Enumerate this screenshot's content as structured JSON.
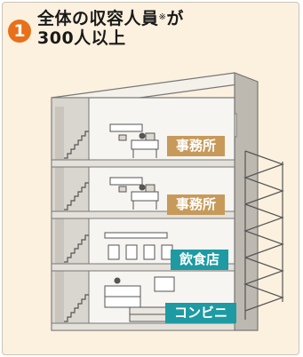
{
  "header": {
    "number": "1",
    "title_line1": "全体の収容人員",
    "title_mark": "※",
    "title_tail": "が",
    "title_line2": "300人以上"
  },
  "labels": {
    "floor4": "事務所",
    "floor3": "事務所",
    "floor2": "飲食店",
    "floor1": "コンビニ"
  },
  "colors": {
    "badge": "#e8701a",
    "office_label": "#c79a5a",
    "shop_label": "#1e9aa2",
    "background": "#fcf1df"
  }
}
